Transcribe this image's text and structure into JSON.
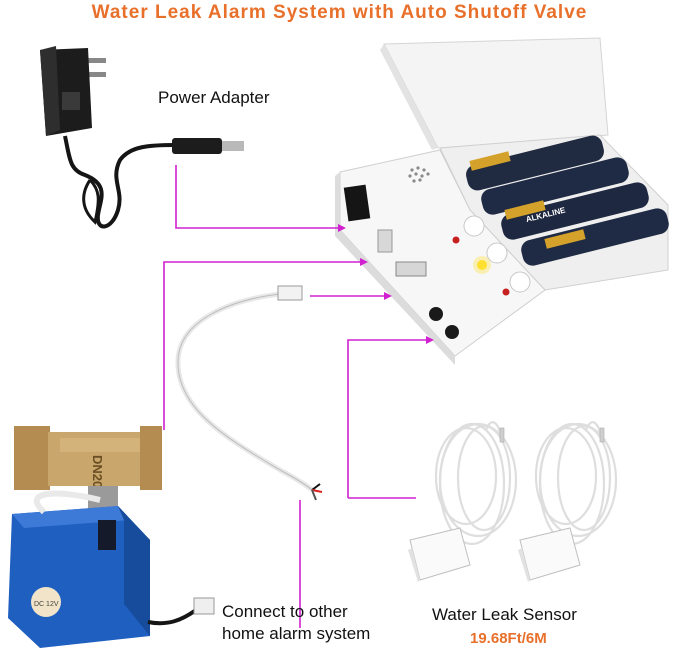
{
  "title": "Water Leak Alarm System with Auto Shutoff Valve",
  "labels": {
    "power_adapter": "Power Adapter",
    "connect_line1": "Connect to other",
    "connect_line2": "home alarm system",
    "water_leak_sensor": "Water Leak Sensor",
    "sensor_length": "19.68Ft/6M"
  },
  "product_markings": {
    "valve_body": "DN20",
    "actuator_badge": "DC 12V",
    "battery_brand": "ALKALINE"
  },
  "colors": {
    "title": "#e8702a",
    "connector_lines": "#d020d0",
    "valve_blue": "#1f5fc0",
    "brass": "#c9a66b"
  }
}
